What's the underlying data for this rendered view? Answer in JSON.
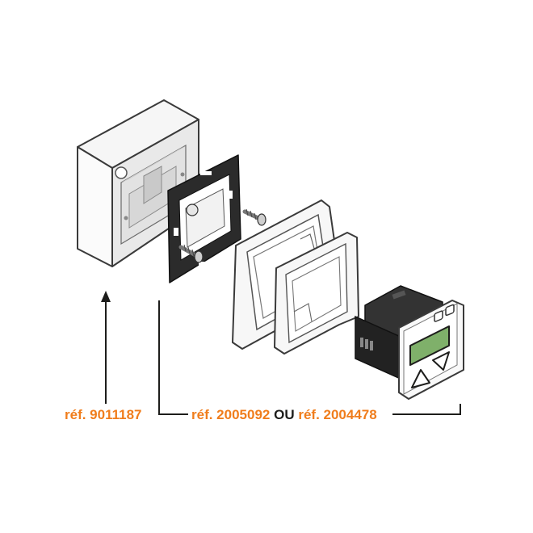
{
  "labels": {
    "box_ref": "réf. 9011187",
    "frame_ref_1": "réf. 2005092",
    "or_word": "OU",
    "frame_ref_2": "réf. 2004478"
  },
  "colors": {
    "accent": "#f07d1c",
    "text": "#1d1d1b",
    "outline": "#3a3a3a",
    "mount_plate": "#2b2b2b",
    "display": "#7fb06a"
  },
  "icons": {
    "up_arrow": "triangle-up-icon",
    "down_arrow": "triangle-down-icon"
  }
}
